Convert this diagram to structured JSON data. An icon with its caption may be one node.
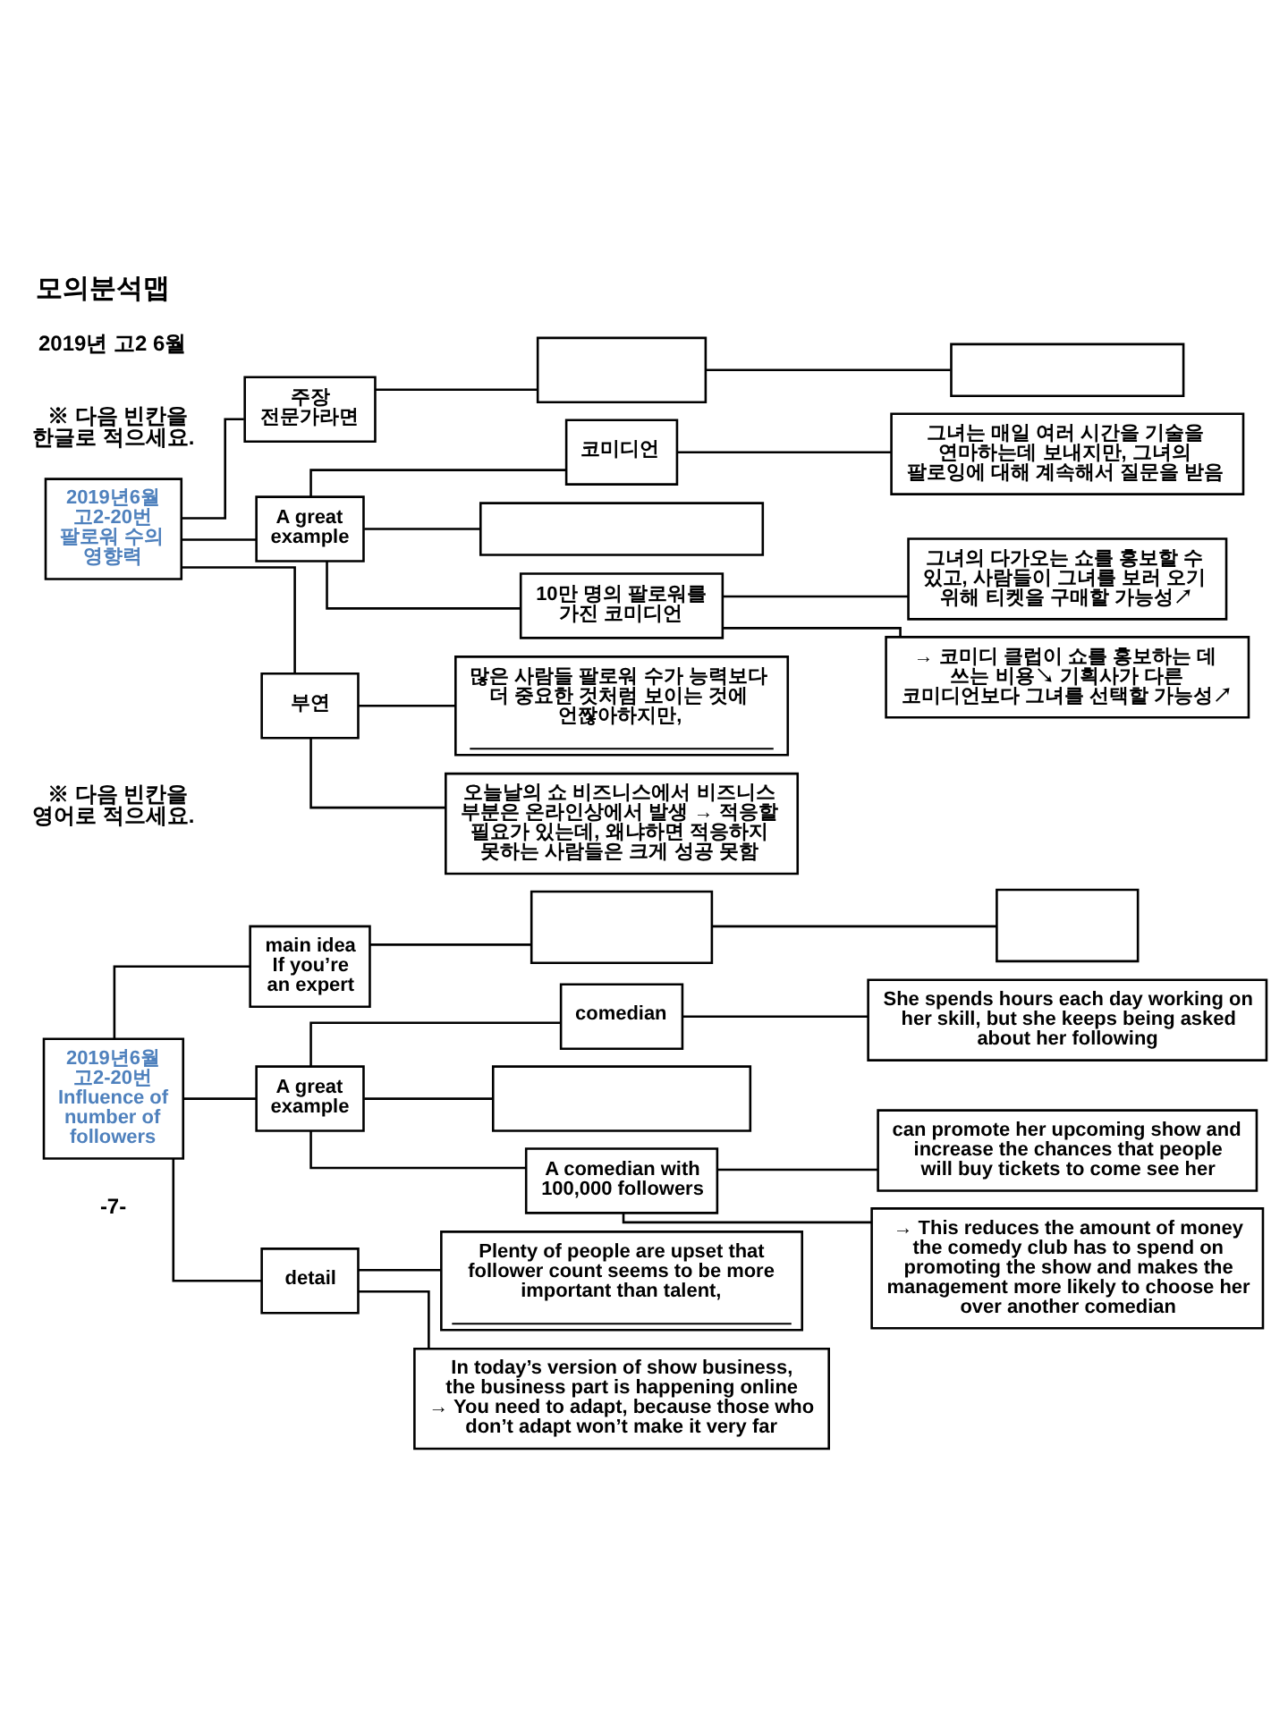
{
  "diagram": {
    "title": "모의분석맵",
    "nodes": [
      {
        "text": [
          "2019년6월 고2-20번",
          "팔로워 수의 영향력"
        ]
      },
      {
        "text": [
          "주장",
          "전문가라면"
        ]
      },
      {
        "text": [],
        "shape": "box"
      },
      {
        "text": [],
        "shape": "box"
      },
      {
        "text": [
          "A great example"
        ]
      },
      {
        "text": [
          "코미디언"
        ]
      },
      {
        "text": [
          "그녀는 매일 여러 시간을 기술을 연마하는데 보내지만, 그녀의 팔로잉에 대해 계속해서 질문을 받음"
        ]
      },
      {
        "text": [],
        "shape": "box"
      },
      {
        "text": [
          "10만 명의 팔로워를 가진 코미디언"
        ]
      },
      {
        "text": [
          "그녀의 다가오는 쇼를 홍보할 수 있고, 사람들이 그녀를 보러 오기 위해 티켓을 구매할 가능성↗"
        ]
      },
      {
        "text": [
          "→ 코미디 클럽이 쇼를 홍보하는 데 쓰는 비용↘ 기획사가 다른 코미디언보다 그녀를 선택할 가능성↗"
        ]
      },
      {
        "text": [
          "부연"
        ]
      },
      {
        "text": [
          "많은 사람들 팔로워 수가 능력보다 더 중요한 것처럼 보이는 것에 언짢아하지만,"
        ]
      },
      {
        "text": [
          "오늘날의 쇼 비즈니스에서 비즈니스 부분은 온라인상에서 발생 → 적응할 필요가 있는데, 왜냐하면 적응하지 못하는 사람들은 크게 성공 못함"
        ]
      },
      {
        "text": [
          "2019년6월 고2-20번",
          "Influence of number of followers"
        ]
      },
      {
        "text": [
          "main idea",
          "If you’re an expert"
        ]
      },
      {
        "text": [],
        "shape": "box"
      },
      {
        "text": [],
        "shape": "box"
      },
      {
        "text": [
          "A great example"
        ]
      },
      {
        "text": [
          "comedian"
        ]
      },
      {
        "text": [
          "She spends hours each day working on her skill, but she keeps being asked about her following"
        ]
      },
      {
        "text": [],
        "shape": "box"
      },
      {
        "text": [
          "A comedian with 100,000 followers"
        ]
      },
      {
        "text": [
          "can promote her upcoming show and increase the chances that people will buy tickets to come see her"
        ]
      },
      {
        "text": [
          "→ This reduces the amount of money the comedy club has to spend on promoting the show and makes the management more likely to choose her over another comedian"
        ]
      },
      {
        "text": [
          "detail"
        ]
      },
      {
        "text": [
          "Plenty of people are upset that follower count seems to be more important than talent,"
        ]
      },
      {
        "text": [
          "In today’s version of show business, the business part is happening online → You need to adapt, because those who don’t adapt won’t make it very far"
        ]
      }
    ],
    "edges": [
      {
        "from": 0,
        "to": 1,
        "arrow": "none"
      },
      {
        "from": 1,
        "to": 2,
        "arrow": "none"
      },
      {
        "from": 2,
        "to": 3,
        "arrow": "none"
      },
      {
        "from": 0,
        "to": 4,
        "arrow": "none"
      },
      {
        "from": 4,
        "to": 5,
        "arrow": "none"
      },
      {
        "from": 5,
        "to": 6,
        "arrow": "none"
      },
      {
        "from": 4,
        "to": 7,
        "arrow": "none"
      },
      {
        "from": 4,
        "to": 8,
        "arrow": "none"
      },
      {
        "from": 8,
        "to": 9,
        "arrow": "none"
      },
      {
        "from": 8,
        "to": 10,
        "arrow": "none"
      },
      {
        "from": 0,
        "to": 11,
        "arrow": "none"
      },
      {
        "from": 11,
        "to": 12,
        "arrow": "none"
      },
      {
        "from": 11,
        "to": 13,
        "arrow": "none"
      },
      {
        "from": 14,
        "to": 15,
        "arrow": "none"
      },
      {
        "from": 15,
        "to": 16,
        "arrow": "none"
      },
      {
        "from": 16,
        "to": 17,
        "arrow": "none"
      },
      {
        "from": 14,
        "to": 18,
        "arrow": "none"
      },
      {
        "from": 18,
        "to": 19,
        "arrow": "none"
      },
      {
        "from": 19,
        "to": 20,
        "arrow": "none"
      },
      {
        "from": 18,
        "to": 21,
        "arrow": "none"
      },
      {
        "from": 18,
        "to": 22,
        "arrow": "none"
      },
      {
        "from": 22,
        "to": 23,
        "arrow": "none"
      },
      {
        "from": 22,
        "to": 24,
        "arrow": "none"
      },
      {
        "from": 14,
        "to": 25,
        "arrow": "none"
      },
      {
        "from": 25,
        "to": 26,
        "arrow": "none"
      },
      {
        "from": 25,
        "to": 27,
        "arrow": "none"
      }
    ],
    "labels": [
      "2019년 고2 6월",
      "※ 다음 빈칸을 한글로 적으세요.",
      "※ 다음 빈칸을 영어로 적으세요.",
      "-7-"
    ]
  }
}
